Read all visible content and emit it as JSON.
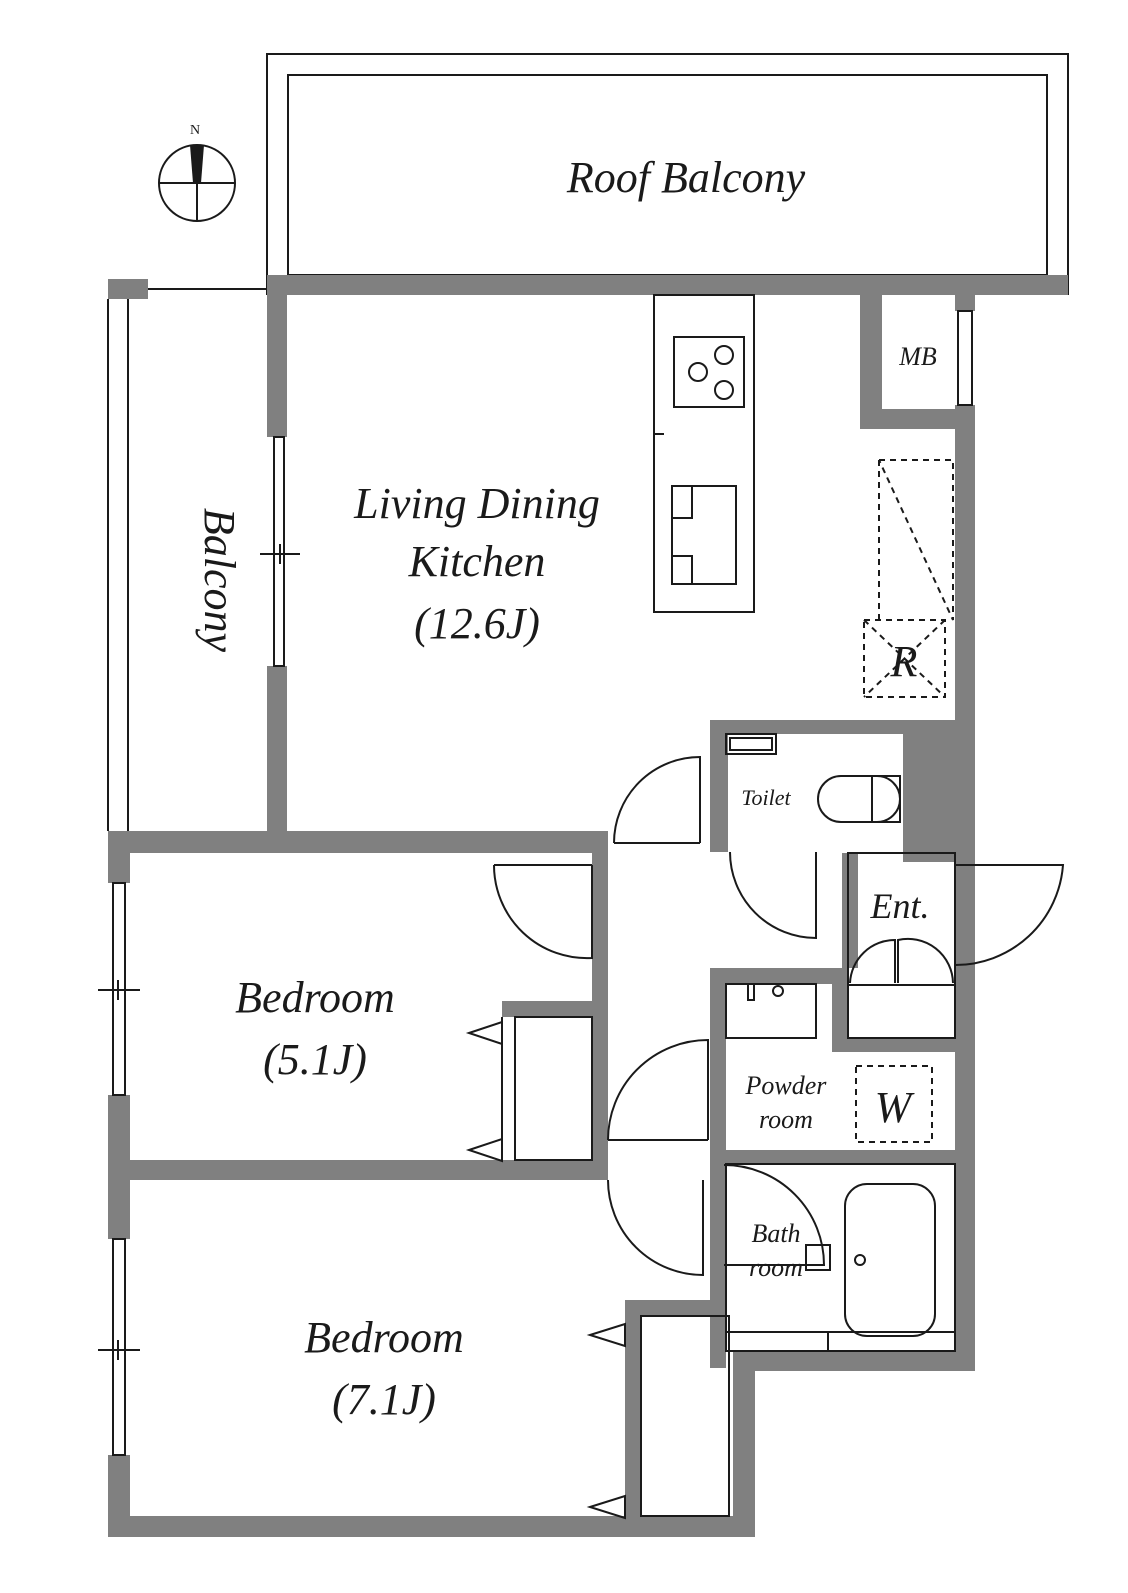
{
  "compass": {
    "north_label": "N"
  },
  "rooms": {
    "roof_balcony": {
      "name": "Roof Balcony"
    },
    "balcony": {
      "name": "Balcony"
    },
    "ldk": {
      "line1": "Living Dining",
      "line2": "Kitchen",
      "area": "(12.6J)"
    },
    "mb": {
      "name": "MB"
    },
    "refrigerator": {
      "name": "R"
    },
    "toilet": {
      "name": "Toilet"
    },
    "entrance": {
      "name": "Ent."
    },
    "bedroom1": {
      "name": "Bedroom",
      "area": "(5.1J)"
    },
    "powder_room": {
      "line1": "Powder",
      "line2": "room"
    },
    "washer": {
      "name": "W"
    },
    "bathroom": {
      "line1": "Bath",
      "line2": "room"
    },
    "bedroom2": {
      "name": "Bedroom",
      "area": "(7.1J)"
    }
  }
}
